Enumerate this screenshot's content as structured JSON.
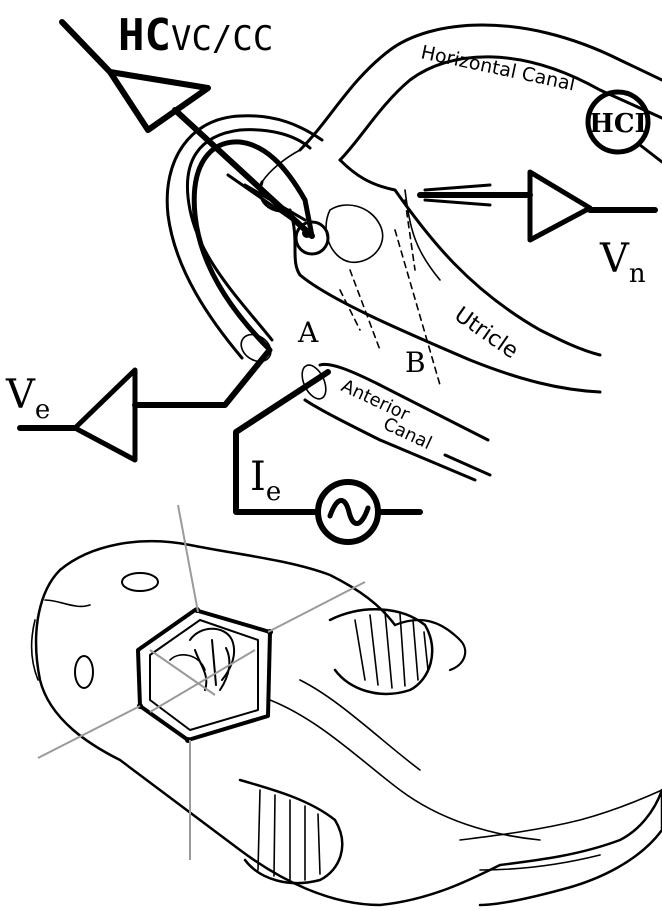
{
  "labels": {
    "hc_main": "HC",
    "hc_sub": "VC/CC",
    "horizontal_canal": "Horizontal Canal",
    "hci": "HCI",
    "vn_main": "V",
    "vn_sub": "n",
    "ve_main": "V",
    "ve_sub": "e",
    "ie_main": "I",
    "ie_sub": "e",
    "point_a": "A",
    "point_b": "B",
    "utricle": "Utricle",
    "anterior": "Anterior",
    "canal": "Canal"
  }
}
